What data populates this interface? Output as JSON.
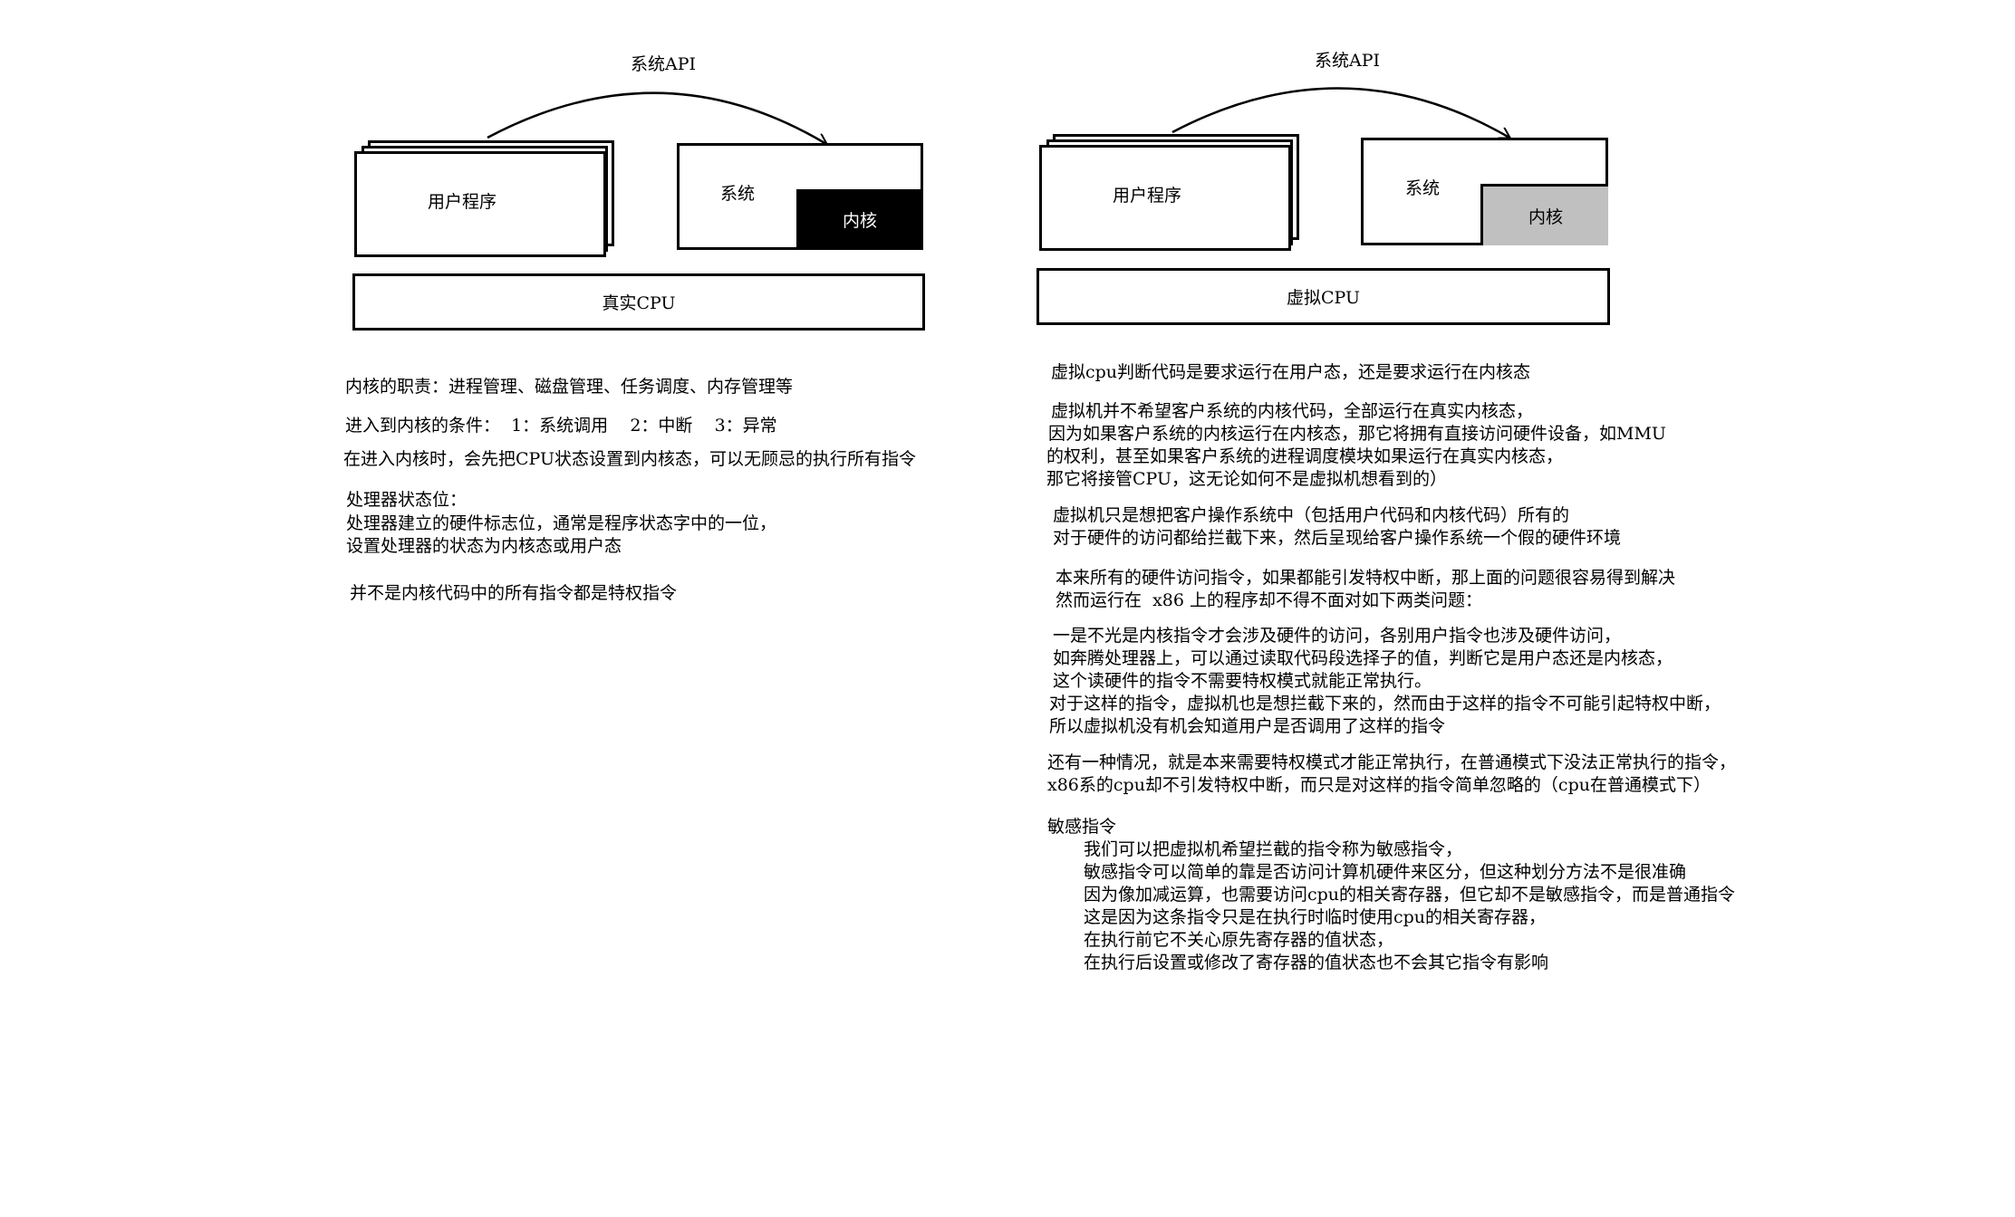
{
  "left_diagram": {
    "api_label": "系统API",
    "user_program": "用户程序",
    "system": "系统",
    "kernel": "内核",
    "cpu": "真实CPU"
  },
  "right_diagram": {
    "api_label": "系统API",
    "user_program": "用户程序",
    "system": "系统",
    "kernel": "内核",
    "cpu": "虚拟CPU"
  },
  "left_text": {
    "kernel_duty": "内核的职责：进程管理、磁盘管理、任务调度、内存管理等",
    "enter_kernel_conditions": "进入到内核的条件：  1：系统调用    2：中断    3：异常",
    "enter_kernel_note": "在进入内核时，会先把CPU状态设置到内核态，可以无顾忌的执行所有指令",
    "processor_state_title": "处理器状态位：",
    "processor_state_line1": "处理器建立的硬件标志位，通常是程序状态字中的一位，",
    "processor_state_line2": "设置处理器的状态为内核态或用户态",
    "not_all_privileged": "并不是内核代码中的所有指令都是特权指令"
  },
  "right_text": {
    "p1": "虚拟cpu判断代码是要求运行在用户态，还是要求运行在内核态",
    "p2_line1": "虚拟机并不希望客户系统的内核代码，全部运行在真实内核态，",
    "p2_line2": "因为如果客户系统的内核运行在内核态，那它将拥有直接访问硬件设备，如MMU",
    "p2_line3": "的权利，甚至如果客户系统的进程调度模块如果运行在真实内核态，",
    "p2_line4": "那它将接管CPU，这无论如何不是虚拟机想看到的）",
    "p3_line1": "虚拟机只是想把客户操作系统中（包括用户代码和内核代码）所有的",
    "p3_line2": "对于硬件的访问都给拦截下来，然后呈现给客户操作系统一个假的硬件环境",
    "p4_line1": "本来所有的硬件访问指令，如果都能引发特权中断，那上面的问题很容易得到解决",
    "p4_line2": "然而运行在  x86 上的程序却不得不面对如下两类问题：",
    "p5_line1": "一是不光是内核指令才会涉及硬件的访问，各别用户指令也涉及硬件访问，",
    "p5_line2": "如奔腾处理器上，可以通过读取代码段选择子的值，判断它是用户态还是内核态，",
    "p5_line3": "这个读硬件的指令不需要特权模式就能正常执行。",
    "p5_line4": "对于这样的指令，虚拟机也是想拦截下来的，然而由于这样的指令不可能引起特权中断，",
    "p5_line5": "所以虚拟机没有机会知道用户是否调用了这样的指令",
    "p6_line1": "还有一种情况，就是本来需要特权模式才能正常执行，在普通模式下没法正常执行的指令，",
    "p6_line2": "x86系的cpu却不引发特权中断，而只是对这样的指令简单忽略的（cpu在普通模式下）",
    "sensitive_title": "敏感指令",
    "sensitive_line1": "我们可以把虚拟机希望拦截的指令称为敏感指令，",
    "sensitive_line2": "敏感指令可以简单的靠是否访问计算机硬件来区分，但这种划分方法不是很准确",
    "sensitive_line3": "因为像加减运算，也需要访问cpu的相关寄存器，但它却不是敏感指令，而是普通指令",
    "sensitive_line4": "这是因为这条指令只是在执行时临时使用cpu的相关寄存器，",
    "sensitive_line5": "在执行前它不关心原先寄存器的值状态，",
    "sensitive_line6": "在执行后设置或修改了寄存器的值状态也不会其它指令有影响"
  }
}
